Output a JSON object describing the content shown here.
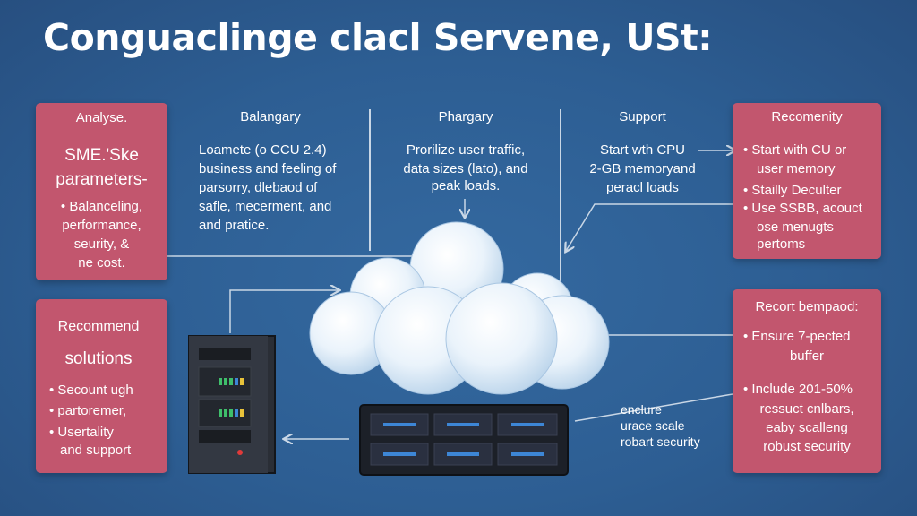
{
  "title": "Conguaclinge clacl Servene, USt:",
  "analyse": {
    "header": "Analyse.",
    "line1": "SME.'Ske",
    "line2": "parameters-",
    "bullet1a": "• Balanceling,",
    "bullet1b": "performance,",
    "bullet1c": "seurity, &",
    "bullet1d": "ne cost."
  },
  "recommend_left": {
    "line1": "Recommend",
    "line2": "solutions",
    "bullet1a": "• Secount ugh",
    "bullet2a": "• partoremer,",
    "bullet3a": "• Usertality",
    "bullet3b": "and support"
  },
  "balangary": {
    "header": "Balangary",
    "line1": "Loamete (o CCU 2.4)",
    "line2": "business and feeling of",
    "line3": "parsorry, dlebaod of",
    "line4": "safle, mecerment, and",
    "line5": "and pratice."
  },
  "phargary": {
    "header": "Phargary",
    "line1": "Prorilize user traffic,",
    "line2": "data sizes (lato), and",
    "line3": "peak loads."
  },
  "support": {
    "header": "Support",
    "line1": "Start wth CPU",
    "line2": "2-GB memoryand",
    "line3": "peracl loads"
  },
  "recommenity": {
    "header": "Recomenity",
    "bullet1a": "• Start with CU or",
    "bullet1b": "user memory",
    "bullet2a": "• Stailly Deculter",
    "bullet3a": "• Use SSBB, acouct",
    "bullet3b": "ose menugts",
    "bullet3c": "pertoms"
  },
  "record": {
    "header": "Recort bempaod:",
    "bullet1a": "• Ensure 7-pected",
    "bullet1b": "buffer",
    "bullet2a": "• Include 201-50%",
    "bullet2b": "ressuct cnlbars,",
    "bullet2c": "eaby scalleng",
    "bullet2d": "robust security"
  },
  "enclure": {
    "line1": "enclure",
    "line2": "urace scale",
    "line3": "robart security"
  },
  "colors": {
    "background": "#2d5e93",
    "box": "#c2566e",
    "text": "#ffffff",
    "led_green": "#3fbf6b",
    "led_blue": "#3d86d6",
    "led_red": "#e03a3a"
  },
  "icons": [
    "cloud-icon",
    "server-tower-icon",
    "server-rack-icon"
  ]
}
